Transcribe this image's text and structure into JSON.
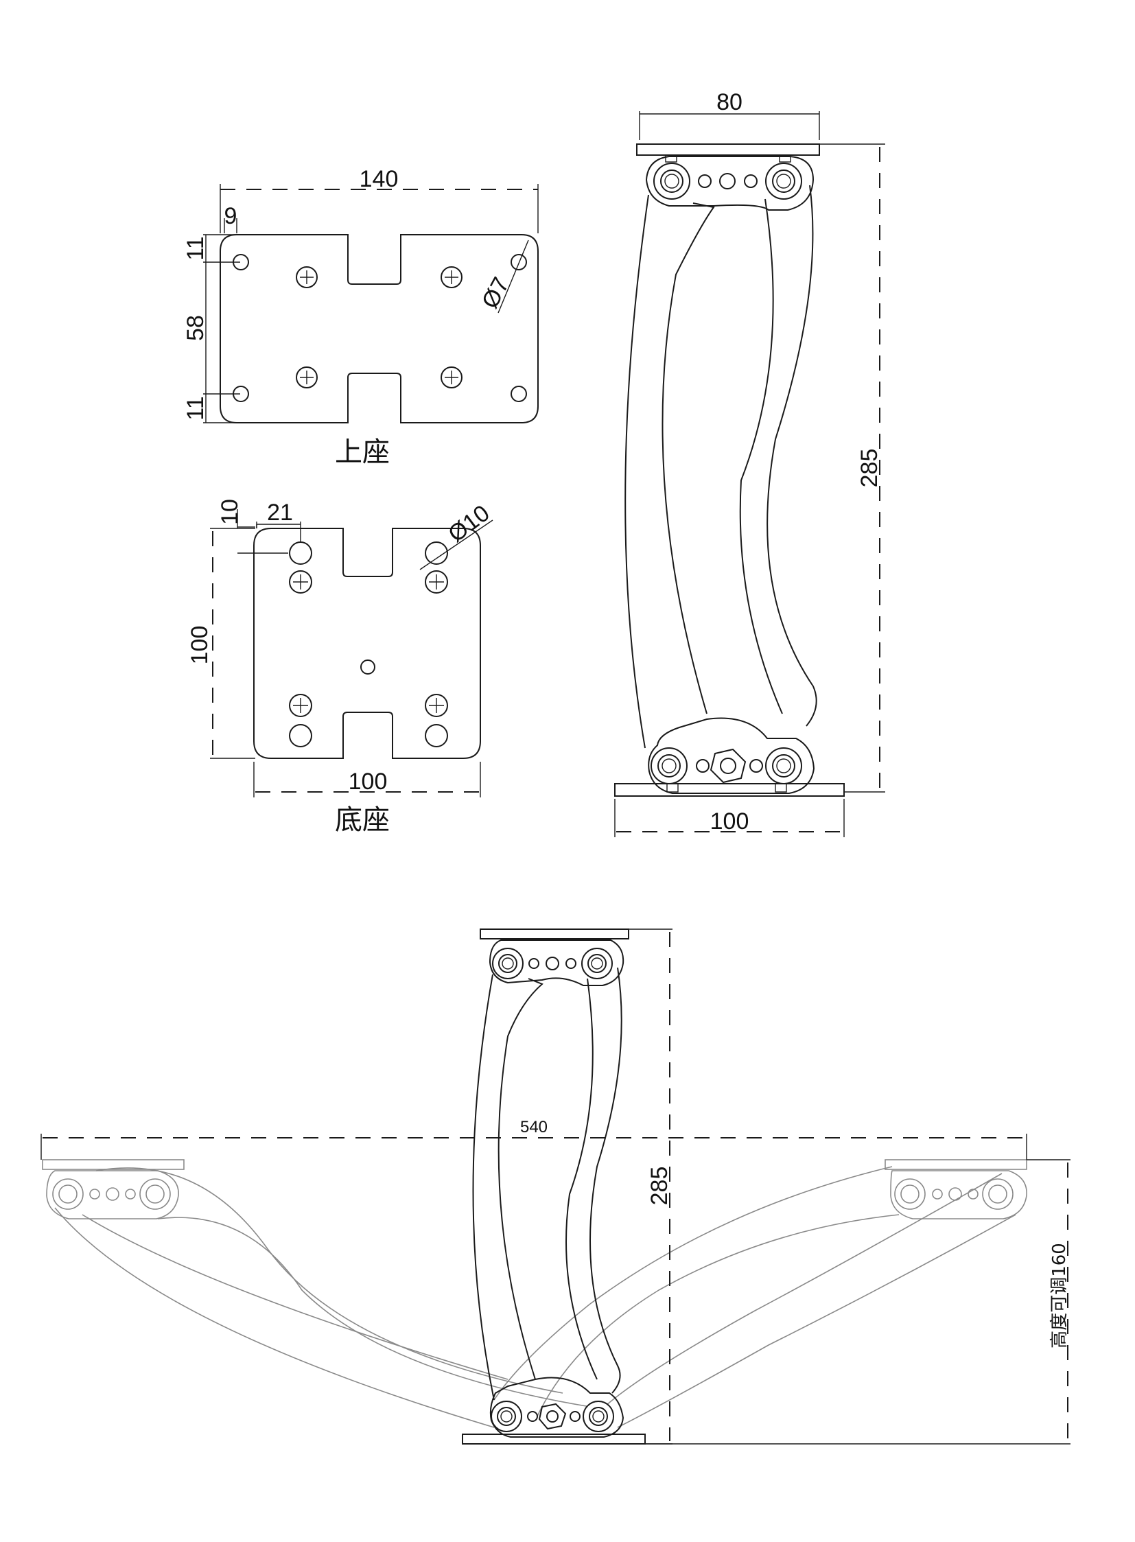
{
  "labels": {
    "upper_seat": "上座",
    "base_seat": "底座",
    "height_adjustable": "高度可调160"
  },
  "dimensions": {
    "upper": {
      "width": "140",
      "edge_offset": "9",
      "top_margin": "11",
      "hole_spacing": "58",
      "bottom_margin": "11",
      "hole_diameter": "Ø7"
    },
    "base": {
      "top_margin": "10",
      "edge_offset": "21",
      "hole_diameter": "Ø10",
      "height": "100",
      "width": "100"
    },
    "side": {
      "top_width": "80",
      "height": "285",
      "bottom_width": "100"
    },
    "extended": {
      "span": "540",
      "height": "285"
    }
  }
}
